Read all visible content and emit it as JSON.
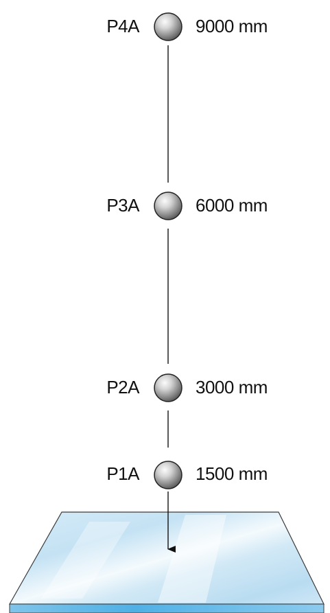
{
  "drops": [
    {
      "id": "P4A",
      "label": "P4A",
      "height": "9000 mm"
    },
    {
      "id": "P3A",
      "label": "P3A",
      "height": "6000 mm"
    },
    {
      "id": "P2A",
      "label": "P2A",
      "height": "3000 mm"
    },
    {
      "id": "P1A",
      "label": "P1A",
      "height": "1500 mm"
    }
  ],
  "colors": {
    "line": "#111111",
    "ball_dark": "#6e6e6e",
    "ball_light": "#f4f4f4",
    "glass_edge": "#3a3a3a",
    "glass_tint": "#cfe6f5"
  }
}
